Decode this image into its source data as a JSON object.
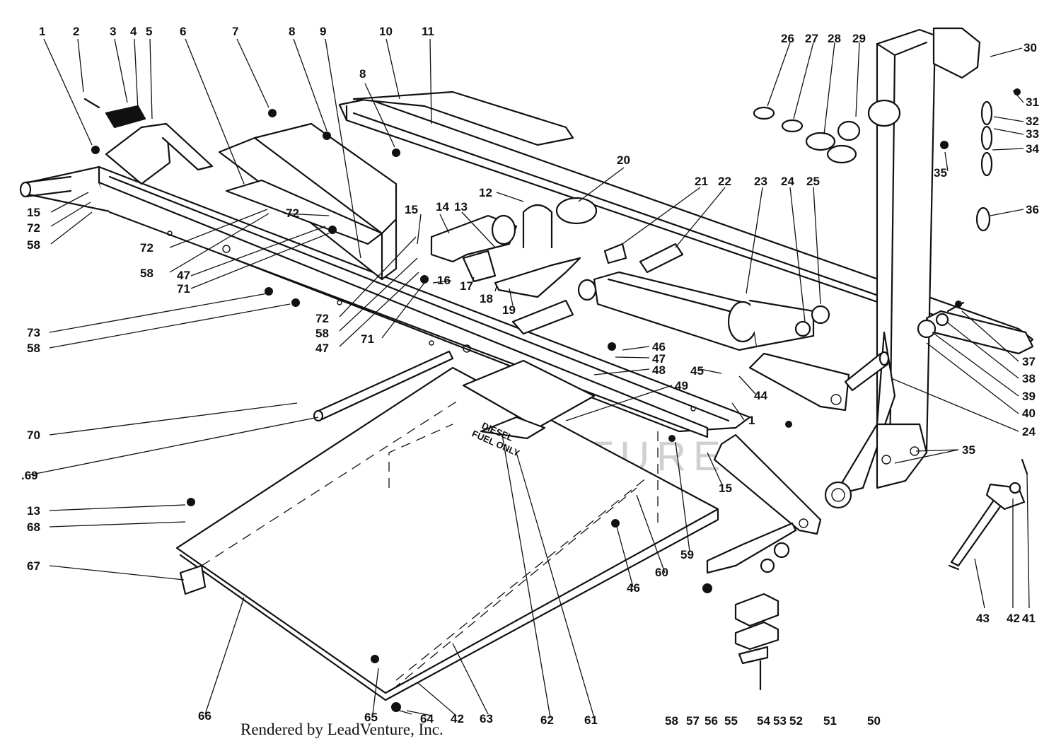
{
  "footer": {
    "credit": "Rendered by LeadVenture, Inc."
  },
  "watermark": "LEADVENTURE",
  "decal": {
    "line1": "DIESEL",
    "line2": "FUEL ONLY"
  },
  "part_labels": {
    "p1a": "1",
    "p2": "2",
    "p3": "3",
    "p4": "4",
    "p5": "5",
    "p6": "6",
    "p7": "7",
    "p8a": "8",
    "p8b": "8",
    "p9": "9",
    "p10": "10",
    "p11": "11",
    "p12": "12",
    "p13a": "13",
    "p13b": "13",
    "p14": "14",
    "p15a": "15",
    "p15b": "15",
    "p15c": "15",
    "p16": "16",
    "p17": "17",
    "p18": "18",
    "p19": "19",
    "p20": "20",
    "p21": "21",
    "p22": "22",
    "p23": "23",
    "p24a": "24",
    "p24b": "24",
    "p25": "25",
    "p26": "26",
    "p27": "27",
    "p28": "28",
    "p29": "29",
    "p30": "30",
    "p31": "31",
    "p32": "32",
    "p33": "33",
    "p34": "34",
    "p35a": "35",
    "p35b": "35",
    "p36": "36",
    "p37": "37",
    "p38": "38",
    "p39": "39",
    "p40": "40",
    "p41": "41",
    "p42a": "42",
    "p42b": "42",
    "p43": "43",
    "p44": "44",
    "p45": "45",
    "p46a": "46",
    "p46b": "46",
    "p47a": "47",
    "p47b": "47",
    "p47c": "47",
    "p48": "48",
    "p49": "49",
    "p50": "50",
    "p51": "51",
    "p52": "52",
    "p53": "53",
    "p54": "54",
    "p55": "55",
    "p56": "56",
    "p57": "57",
    "p58a": "58",
    "p58b": "58",
    "p58c": "58",
    "p58d": "58",
    "p58e": "58",
    "p59": "59",
    "p60": "60",
    "p61": "61",
    "p62": "62",
    "p63": "63",
    "p64": "64",
    "p65": "65",
    "p66": "66",
    "p67": "67",
    "p68": "68",
    "p69": ".69",
    "p70": "70",
    "p71a": "71",
    "p71b": "71",
    "p72a": "72",
    "p72b": "72",
    "p72c": "72",
    "p72d": "72",
    "p73": "73",
    "p1b": "1"
  }
}
